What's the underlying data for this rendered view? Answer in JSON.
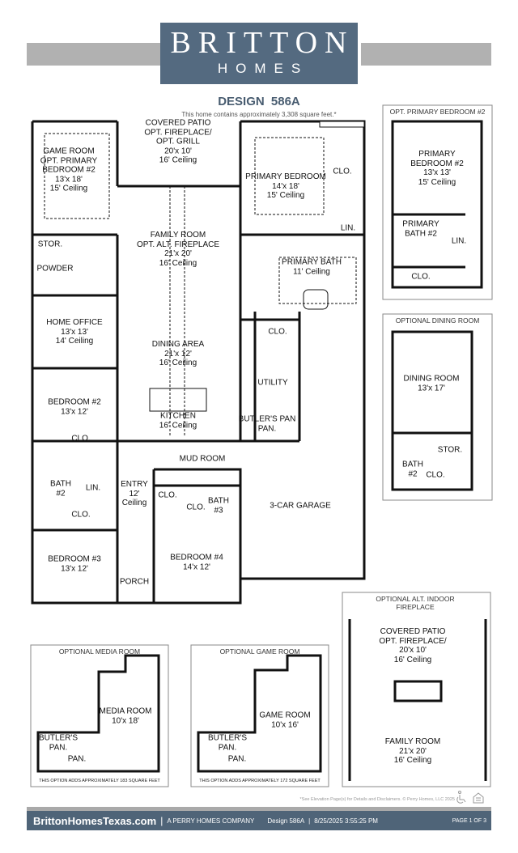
{
  "brand": {
    "logo_line1": "BRITTON",
    "logo_line2": "HOMES",
    "color": "#546a80"
  },
  "header": {
    "design_title": "DESIGN  586A",
    "square_feet_note": "This home contains approximately 3,308 square feet.*"
  },
  "main_plan": {
    "rooms": [
      {
        "id": "covered-patio",
        "lines": [
          "COVERED PATIO",
          "OPT. FIREPLACE/",
          "OPT. GRILL",
          "20'x 10'",
          "16' Ceiling"
        ]
      },
      {
        "id": "game-room",
        "lines": [
          "GAME ROOM",
          "OPT. PRIMARY",
          "BEDROOM #2",
          "13'x 18'",
          "15' Ceiling"
        ]
      },
      {
        "id": "primary-bedroom",
        "lines": [
          "PRIMARY BEDROOM",
          "14'x 18'",
          "15' Ceiling"
        ]
      },
      {
        "id": "closet-primary",
        "lines": [
          "CLO."
        ]
      },
      {
        "id": "linen-primary",
        "lines": [
          "LIN."
        ]
      },
      {
        "id": "storage",
        "lines": [
          "STOR."
        ]
      },
      {
        "id": "powder",
        "lines": [
          "POWDER"
        ]
      },
      {
        "id": "family-room",
        "lines": [
          "FAMILY ROOM",
          "OPT. ALT. FIREPLACE",
          "21'x 20'",
          "16' Ceiling"
        ]
      },
      {
        "id": "primary-bath",
        "lines": [
          "PRIMARY BATH",
          "11' Ceiling"
        ]
      },
      {
        "id": "home-office",
        "lines": [
          "HOME OFFICE",
          "13'x 13'",
          "14' Ceiling"
        ]
      },
      {
        "id": "closet-utility",
        "lines": [
          "CLO."
        ]
      },
      {
        "id": "dining-area",
        "lines": [
          "DINING AREA",
          "21'x 12'",
          "16' Ceiling"
        ]
      },
      {
        "id": "utility",
        "lines": [
          "UTILITY"
        ]
      },
      {
        "id": "bedroom-2",
        "lines": [
          "BEDROOM #2",
          "13'x 12'"
        ]
      },
      {
        "id": "kitchen",
        "lines": [
          "KITCHEN",
          "16' Ceiling"
        ]
      },
      {
        "id": "butlers-pantry",
        "lines": [
          "BUTLER'S PAN",
          "PAN."
        ]
      },
      {
        "id": "closet-bed2",
        "lines": [
          "CLO."
        ]
      },
      {
        "id": "bath-2",
        "lines": [
          "BATH",
          "#2"
        ]
      },
      {
        "id": "linen-bath2",
        "lines": [
          "LIN."
        ]
      },
      {
        "id": "closet-bed3",
        "lines": [
          "CLO."
        ]
      },
      {
        "id": "mud-room",
        "lines": [
          "MUD ROOM"
        ]
      },
      {
        "id": "entry",
        "lines": [
          "ENTRY",
          "12'",
          "Ceiling"
        ]
      },
      {
        "id": "closet-entry",
        "lines": [
          "CLO."
        ]
      },
      {
        "id": "closet-bed4",
        "lines": [
          "CLO."
        ]
      },
      {
        "id": "bath-3",
        "lines": [
          "BATH",
          "#3"
        ]
      },
      {
        "id": "garage",
        "lines": [
          "3-CAR GARAGE"
        ]
      },
      {
        "id": "bedroom-3",
        "lines": [
          "BEDROOM #3",
          "13'x 12'"
        ]
      },
      {
        "id": "bedroom-4",
        "lines": [
          "BEDROOM #4",
          "14'x 12'"
        ]
      },
      {
        "id": "porch",
        "lines": [
          "PORCH"
        ]
      }
    ]
  },
  "options": {
    "primary_bedroom_2": {
      "title": "OPT. PRIMARY BEDROOM #2",
      "rooms": [
        {
          "lines": [
            "PRIMARY",
            "BEDROOM #2",
            "13'x 13'",
            "15' Ceiling"
          ]
        },
        {
          "lines": [
            "PRIMARY",
            "BATH #2"
          ]
        },
        {
          "lines": [
            "LIN."
          ]
        },
        {
          "lines": [
            "CLO."
          ]
        }
      ]
    },
    "dining_room": {
      "title": "OPTIONAL DINING ROOM",
      "rooms": [
        {
          "lines": [
            "DINING ROOM",
            "13'x 17'"
          ]
        },
        {
          "lines": [
            "STOR."
          ]
        },
        {
          "lines": [
            "BATH",
            "#2"
          ]
        },
        {
          "lines": [
            "CLO."
          ]
        }
      ]
    },
    "media_room": {
      "title": "OPTIONAL MEDIA ROOM",
      "note": "THIS OPTION ADDS APPROXIMATELY 183 SQUARE FEET",
      "rooms": [
        {
          "lines": [
            "MEDIA ROOM",
            "10'x 18'"
          ]
        },
        {
          "lines": [
            "BUTLER'S",
            "PAN."
          ]
        },
        {
          "lines": [
            "PAN."
          ]
        }
      ]
    },
    "game_room": {
      "title": "OPTIONAL GAME ROOM",
      "note": "THIS OPTION ADDS APPROXIMATELY 172 SQUARE FEET",
      "rooms": [
        {
          "lines": [
            "GAME ROOM",
            "10'x 16'"
          ]
        },
        {
          "lines": [
            "BUTLER'S",
            "PAN."
          ]
        },
        {
          "lines": [
            "PAN."
          ]
        }
      ]
    },
    "alt_fireplace": {
      "title": "OPTIONAL ALT. INDOOR FIREPLACE",
      "rooms": [
        {
          "lines": [
            "COVERED PATIO",
            "OPT. FIREPLACE/",
            "20'x 10'",
            "16' Ceiling"
          ]
        },
        {
          "lines": [
            "FAMILY ROOM",
            "21'x 20'",
            "16' Ceiling"
          ]
        }
      ]
    }
  },
  "disclaimer": "*See Elevation Page(s) for Details and Disclaimers. © Perry Homes, LLC 2025",
  "icons": [
    "accessibility-icon",
    "equal-housing-icon"
  ],
  "footer": {
    "website": "BrittonHomesTexas.com",
    "company": "A PERRY HOMES COMPANY",
    "design": "Design  586A",
    "timestamp": "8/25/2025 3:55:25 PM",
    "page": "PAGE 1 OF 3",
    "color": "#4f6478"
  }
}
